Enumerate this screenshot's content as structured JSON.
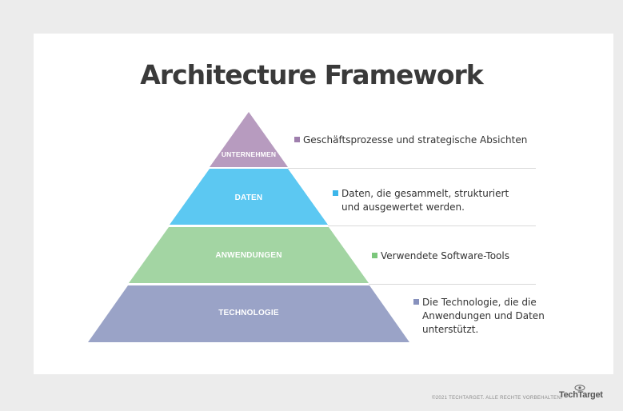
{
  "title": "Architecture Framework",
  "layers": [
    {
      "label": "UNTERNEHMEN",
      "description": "Geschäftsprozesse und strategische Absichten",
      "color": "#b79bbf",
      "bullet": "#9f7fad"
    },
    {
      "label": "DATEN",
      "description": "Daten, die gesammelt, strukturiert\nund ausgewertet werden.",
      "color": "#5cc8f2",
      "bullet": "#3cb6ea"
    },
    {
      "label": "ANWENDUNGEN",
      "description": "Verwendete Software-Tools",
      "color": "#a3d5a3",
      "bullet": "#7cc77c"
    },
    {
      "label": "TECHNOLOGIE",
      "description": "Die Technologie, die die\nAnwendungen und Daten\nunterstützt.",
      "color": "#9aa3c7",
      "bullet": "#8791bd"
    }
  ],
  "footer": "©2021 TECHTARGET. ALLE RECHTE VORBEHALTEN.",
  "brand": "TechTarget"
}
